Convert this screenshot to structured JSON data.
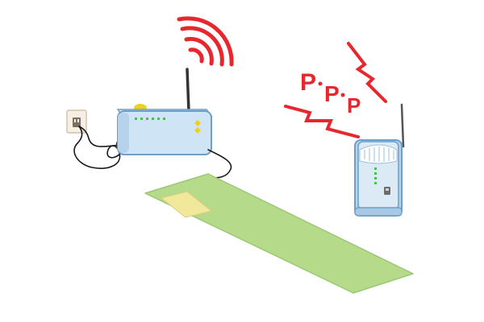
{
  "alert": {
    "letters": [
      "P",
      "P",
      "P"
    ],
    "color": "#e8262d"
  },
  "colors": {
    "wave": "#e8262d",
    "device_body": "#cfe4f5",
    "device_outline": "#6c9fc9",
    "mat": "#b5db8a",
    "mat_label": "#f1e89c",
    "cable": "#1a1a1a",
    "led": "#46c24a",
    "status_light": "#f3cf1c"
  },
  "icons": {
    "wall_outlet": "power-outlet-icon",
    "transmitter": "wifi-signal-icon",
    "receiver_alert": "lightning-bolt-icon"
  }
}
